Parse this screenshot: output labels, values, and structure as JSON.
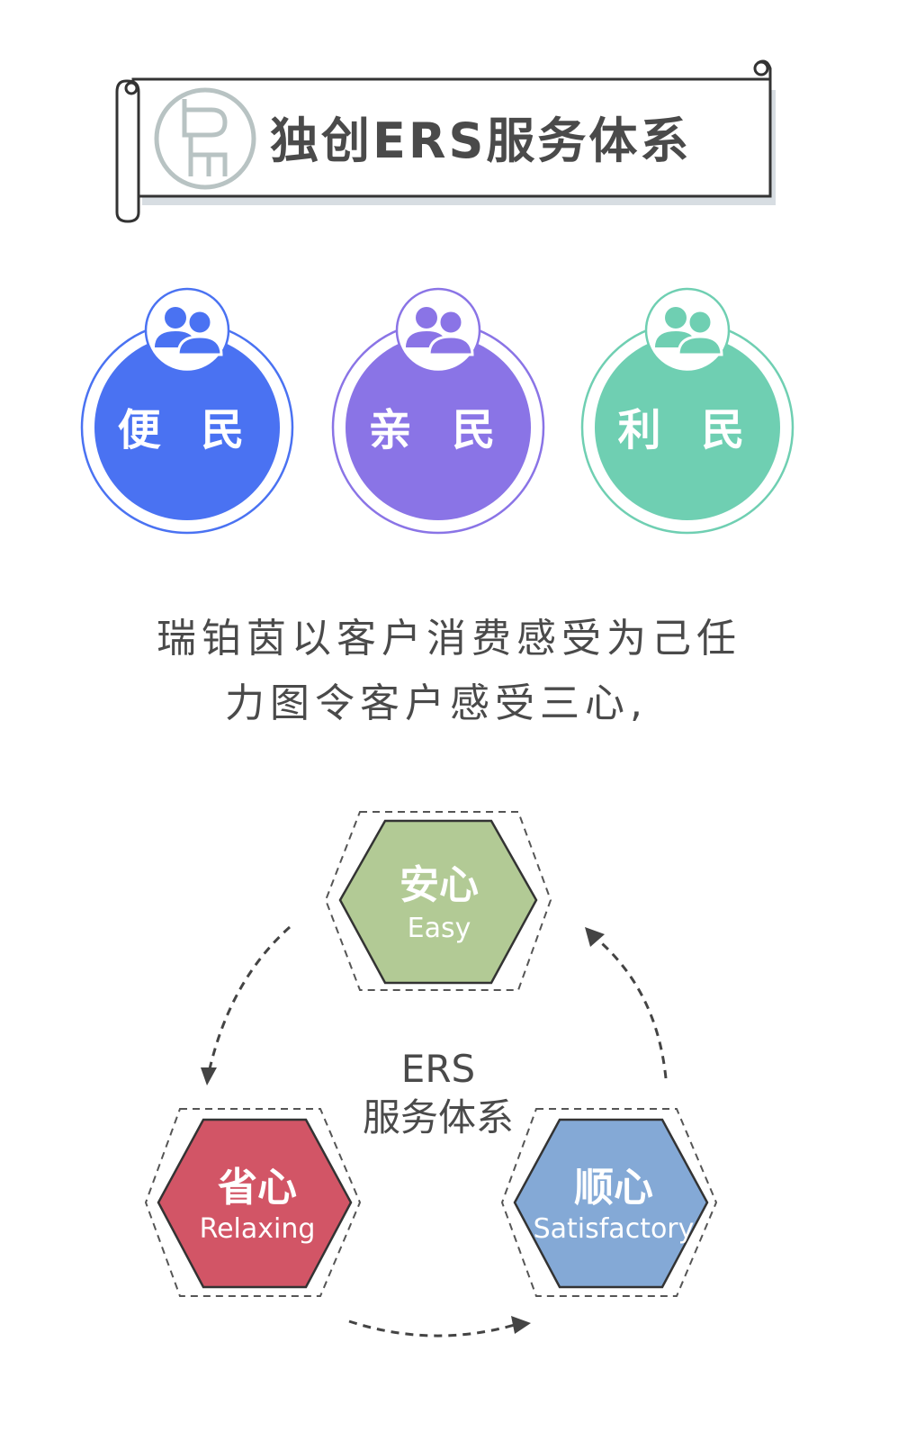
{
  "banner": {
    "title": "独创ERS服务体系",
    "logo_icon": "monogram-logo-icon"
  },
  "circles": [
    {
      "label": "便 民",
      "icon": "users-icon",
      "color": "#4a72f2",
      "ring": "#4a72f2"
    },
    {
      "label": "亲 民",
      "icon": "users-icon",
      "color": "#8a74e6",
      "ring": "#8a74e6"
    },
    {
      "label": "利 民",
      "icon": "users-icon",
      "color": "#6fcfb2",
      "ring": "#6fcfb2"
    }
  ],
  "paragraph": {
    "line1": "瑞铂茵以客户消费感受为己任",
    "line2": "力图令客户感受三心,"
  },
  "center": {
    "line1": "ERS",
    "line2": "服务体系"
  },
  "hexagons": [
    {
      "cn": "安心",
      "en": "Easy",
      "color": "#b2ca95"
    },
    {
      "cn": "省心",
      "en": "Relaxing",
      "color": "#d25566"
    },
    {
      "cn": "顺心",
      "en": "Satisfactory",
      "color": "#84a9d6"
    }
  ]
}
